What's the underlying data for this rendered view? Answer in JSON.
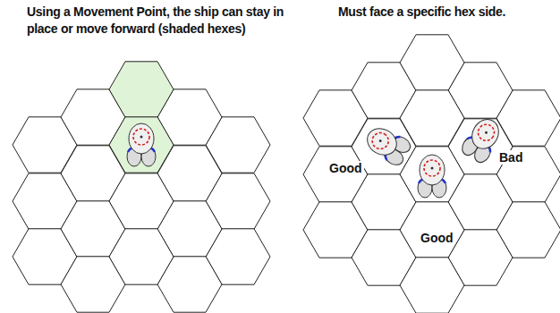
{
  "diagram": {
    "labels": [
      "Using a Movement Point, the ship can stay in place or move forward (shaded hexes)",
      "Must face a specific hex side.",
      "Good",
      "Good",
      "Bad"
    ]
  }
}
